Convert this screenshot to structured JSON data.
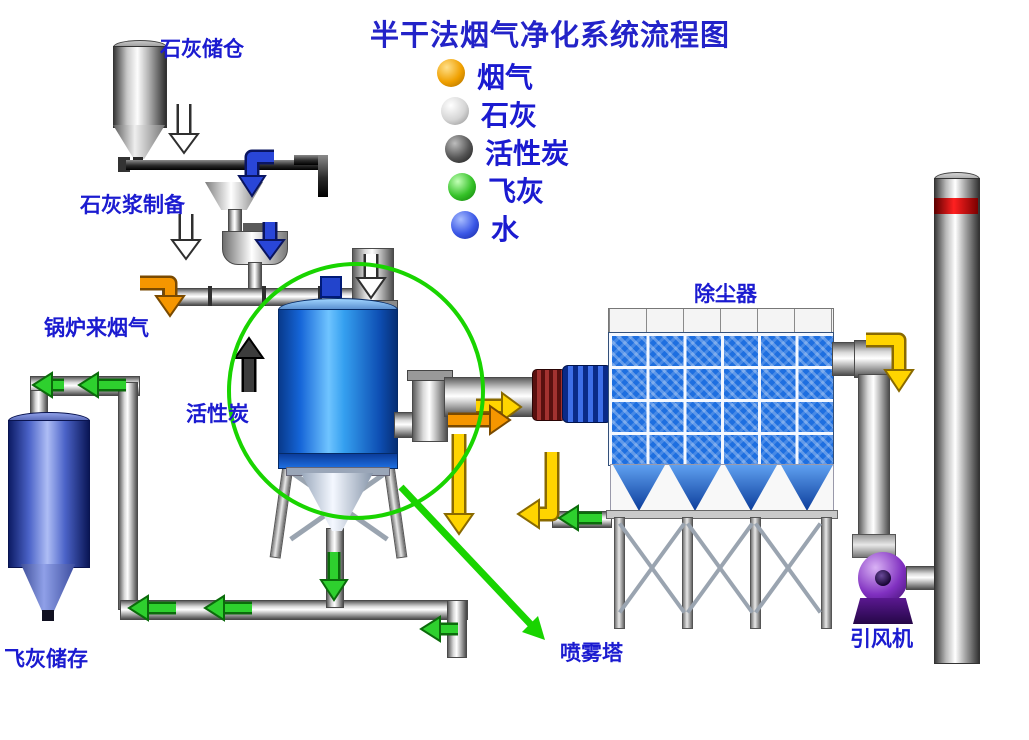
{
  "title": "半干法烟气净化系统流程图",
  "legend": {
    "items": [
      {
        "label": "烟气",
        "color": "#f0a000"
      },
      {
        "label": "石灰",
        "color": "#dcdcdc"
      },
      {
        "label": "活性炭",
        "color": "#4a4a4a"
      },
      {
        "label": "飞灰",
        "color": "#2ec22e"
      },
      {
        "label": "水",
        "color": "#2946d8"
      }
    ]
  },
  "labels": {
    "lime_silo": "石灰储仓",
    "lime_slurry_prep": "石灰浆制备",
    "boiler_flue_gas": "锅炉来烟气",
    "activated_carbon": "活性炭",
    "dust_collector": "除尘器",
    "spray_tower": "喷雾塔",
    "induced_draft_fan": "引风机",
    "fly_ash_storage": "飞灰储存"
  },
  "annotation": {
    "highlight_color": "#19d400"
  }
}
